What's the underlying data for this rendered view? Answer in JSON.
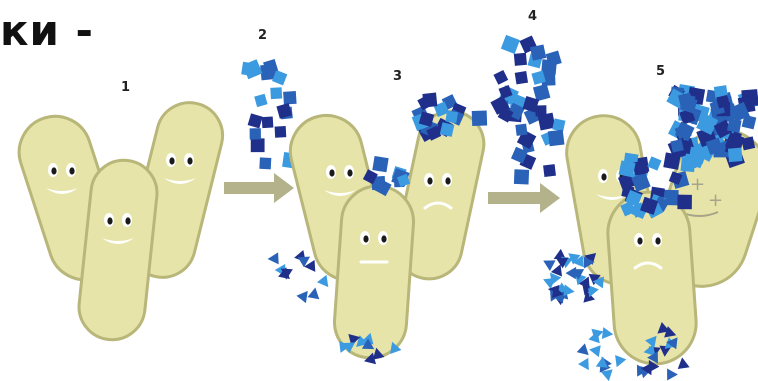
{
  "heading": "ки -",
  "steps": [
    "1",
    "2",
    "3",
    "4",
    "5"
  ],
  "colors": {
    "cell_fill": "#e6e4a8",
    "cell_stroke": "#b9b679",
    "arrow": "#b3b28b",
    "particle_dark": "#1f2f8a",
    "particle_mid": "#2a62b8",
    "particle_light": "#3c9be0",
    "face": "#ffffff",
    "eye": "#1a1a1a"
  }
}
